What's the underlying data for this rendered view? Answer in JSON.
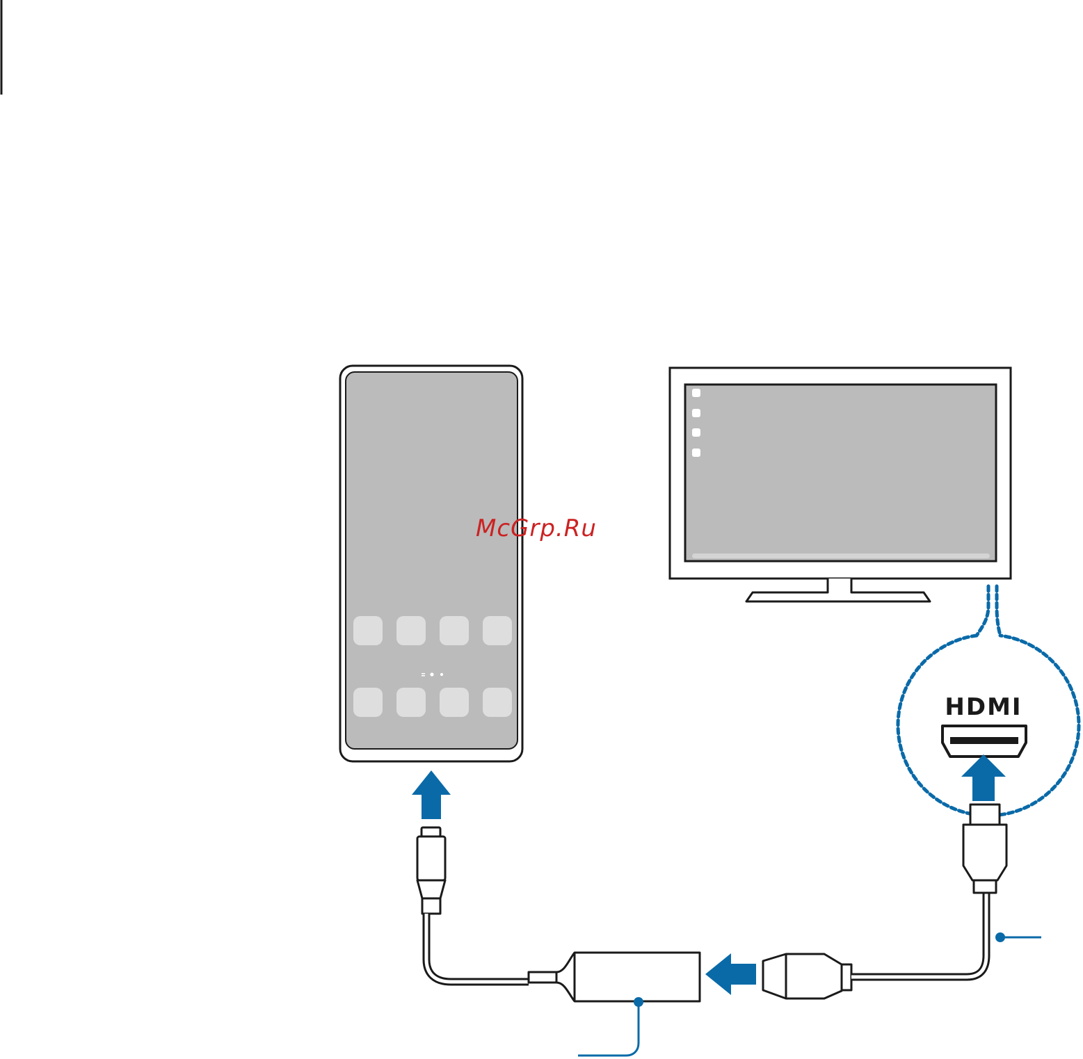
{
  "colors": {
    "outline": "#1a1a1a",
    "screen": "#bbbbbb",
    "app_icon": "#dedede",
    "accent_blue": "#0a6aa8",
    "watermark": "#cc2222",
    "frame": "#ffffff"
  },
  "watermark": {
    "text": "McGrp.Ru"
  },
  "hdmi_callout": {
    "logo_text": "HDMI"
  },
  "phone": {
    "home_rows": 2,
    "icons_per_row": 4
  },
  "monitor": {
    "desktop_icons": 4
  },
  "icons": {
    "phone": "smartphone-icon",
    "monitor": "monitor-icon",
    "adapter": "usb-c-to-hdmi-adapter-icon",
    "usb_c_plug": "usb-c-plug-icon",
    "hdmi_plug": "hdmi-plug-icon",
    "hdmi_port": "hdmi-port-icon",
    "arrow": "arrow-icon"
  }
}
